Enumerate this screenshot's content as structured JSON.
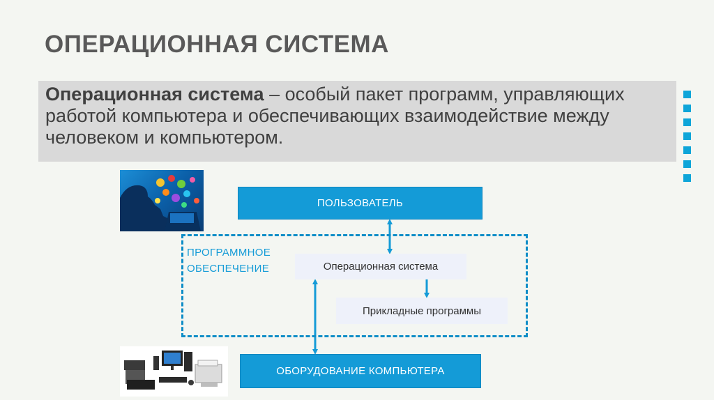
{
  "slide": {
    "title": "ОПЕРАЦИОННАЯ СИСТЕМА"
  },
  "definition": {
    "term": "Операционная система",
    "text": " – особый пакет программ, управляющих работой компьютера и обеспечивающих взаимодействие между человеком и компьютером."
  },
  "diagram": {
    "user_label": "ПОЛЬЗОВАТЕЛЬ",
    "software_group_label_line1": "ПРОГРАММНОЕ",
    "software_group_label_line2": "ОБЕСПЕЧЕНИЕ",
    "os_label": "Операционная система",
    "apps_label": "Прикладные программы",
    "hardware_label": "ОБОРУДОВАНИЕ КОМПЬЮТЕРА"
  },
  "colors": {
    "accent": "#149bd7",
    "title_text": "#595959",
    "definition_bg": "#d9d9d9",
    "light_box_bg": "#eef1fa"
  },
  "images": {
    "user_image": "person-at-computer-with-social-icons",
    "hardware_image": "computer-hardware-set"
  }
}
